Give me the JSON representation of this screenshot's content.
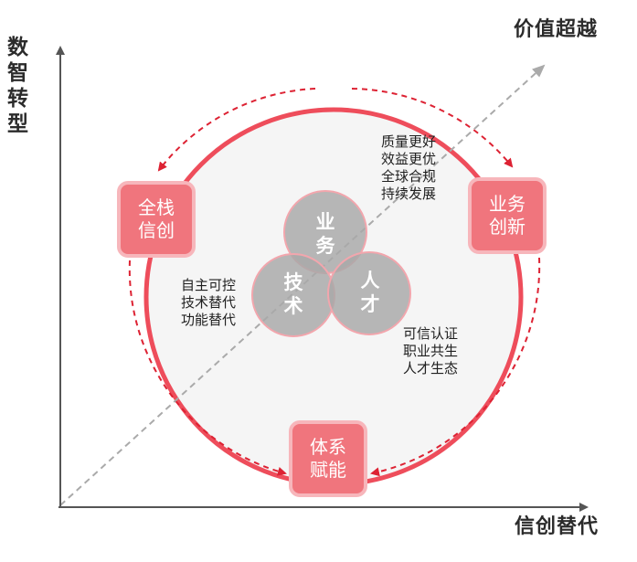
{
  "axes": {
    "y_label": "数智转型",
    "x_label": "信创替代",
    "diagonal_label": "价值超越"
  },
  "boxes": {
    "left": "全栈信创",
    "right": "业务创新",
    "bottom": "体系赋能"
  },
  "venn": {
    "top": "业务",
    "left": "技术",
    "right": "人才"
  },
  "notes": {
    "top_right": [
      "质量更好",
      "效益更优",
      "全球合规",
      "持续发展"
    ],
    "left": [
      "自主可控",
      "技术替代",
      "功能替代"
    ],
    "bottom_right": [
      "可信认证",
      "职业共生",
      "人才生态"
    ]
  },
  "colors": {
    "ring": "#ee4d5b",
    "box_fill": "#f0757d",
    "box_border": "#f7b6bb",
    "dashed_arrow": "#dd2233",
    "inner_fill": "#f5f5f5",
    "venn_fill": "#a8a8a8",
    "venn_stroke": "#f2a6ad",
    "axis": "#555555",
    "diagonal": "#aaaaaa"
  }
}
